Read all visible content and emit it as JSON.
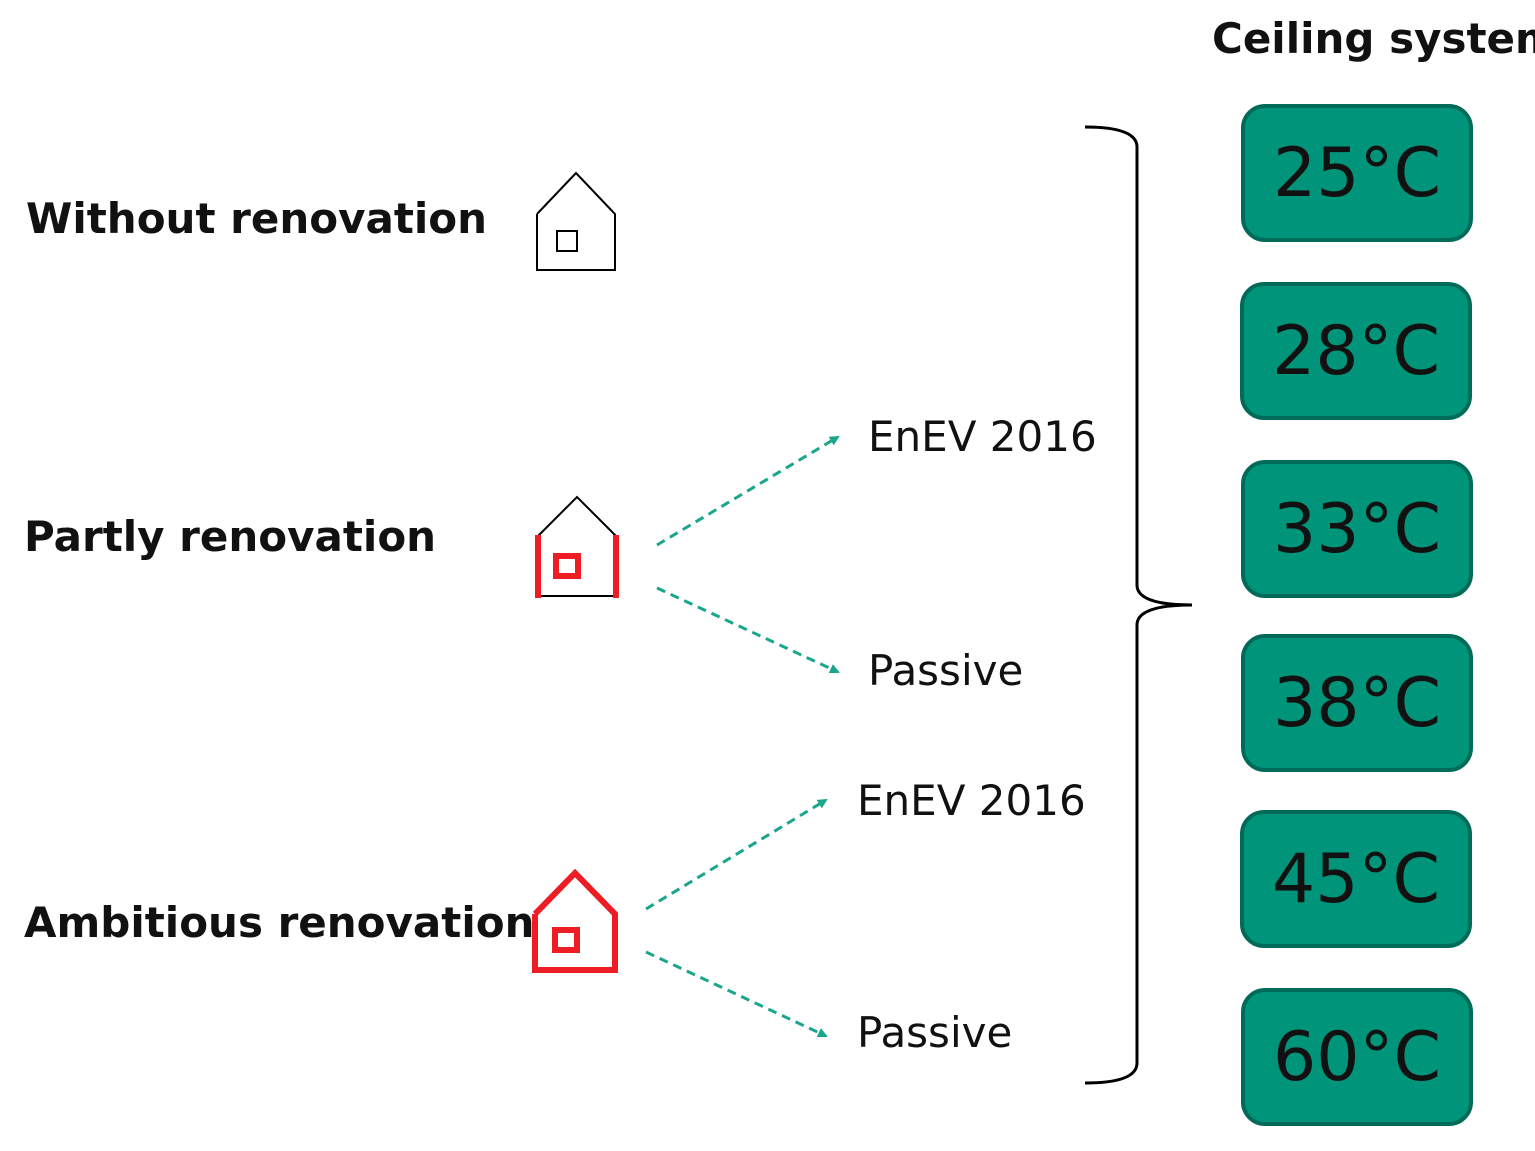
{
  "title": "Ceiling system",
  "rows": [
    {
      "label": "Without renovation",
      "icon": "house-plain-icon"
    },
    {
      "label": "Partly renovation",
      "icon": "house-partial-red-icon"
    },
    {
      "label": "Ambitious renovation",
      "icon": "house-full-red-icon"
    }
  ],
  "targets": [
    "EnEV 2016",
    "Passive",
    "EnEV 2016",
    "Passive"
  ],
  "temperatures": [
    "25°C",
    "28°C",
    "33°C",
    "38°C",
    "45°C",
    "60°C"
  ],
  "colors": {
    "box_fill": "#00957a",
    "box_border": "#006b58",
    "arrow": "#1aa68c",
    "insulation": "#ee1c25",
    "outline": "#000000"
  }
}
